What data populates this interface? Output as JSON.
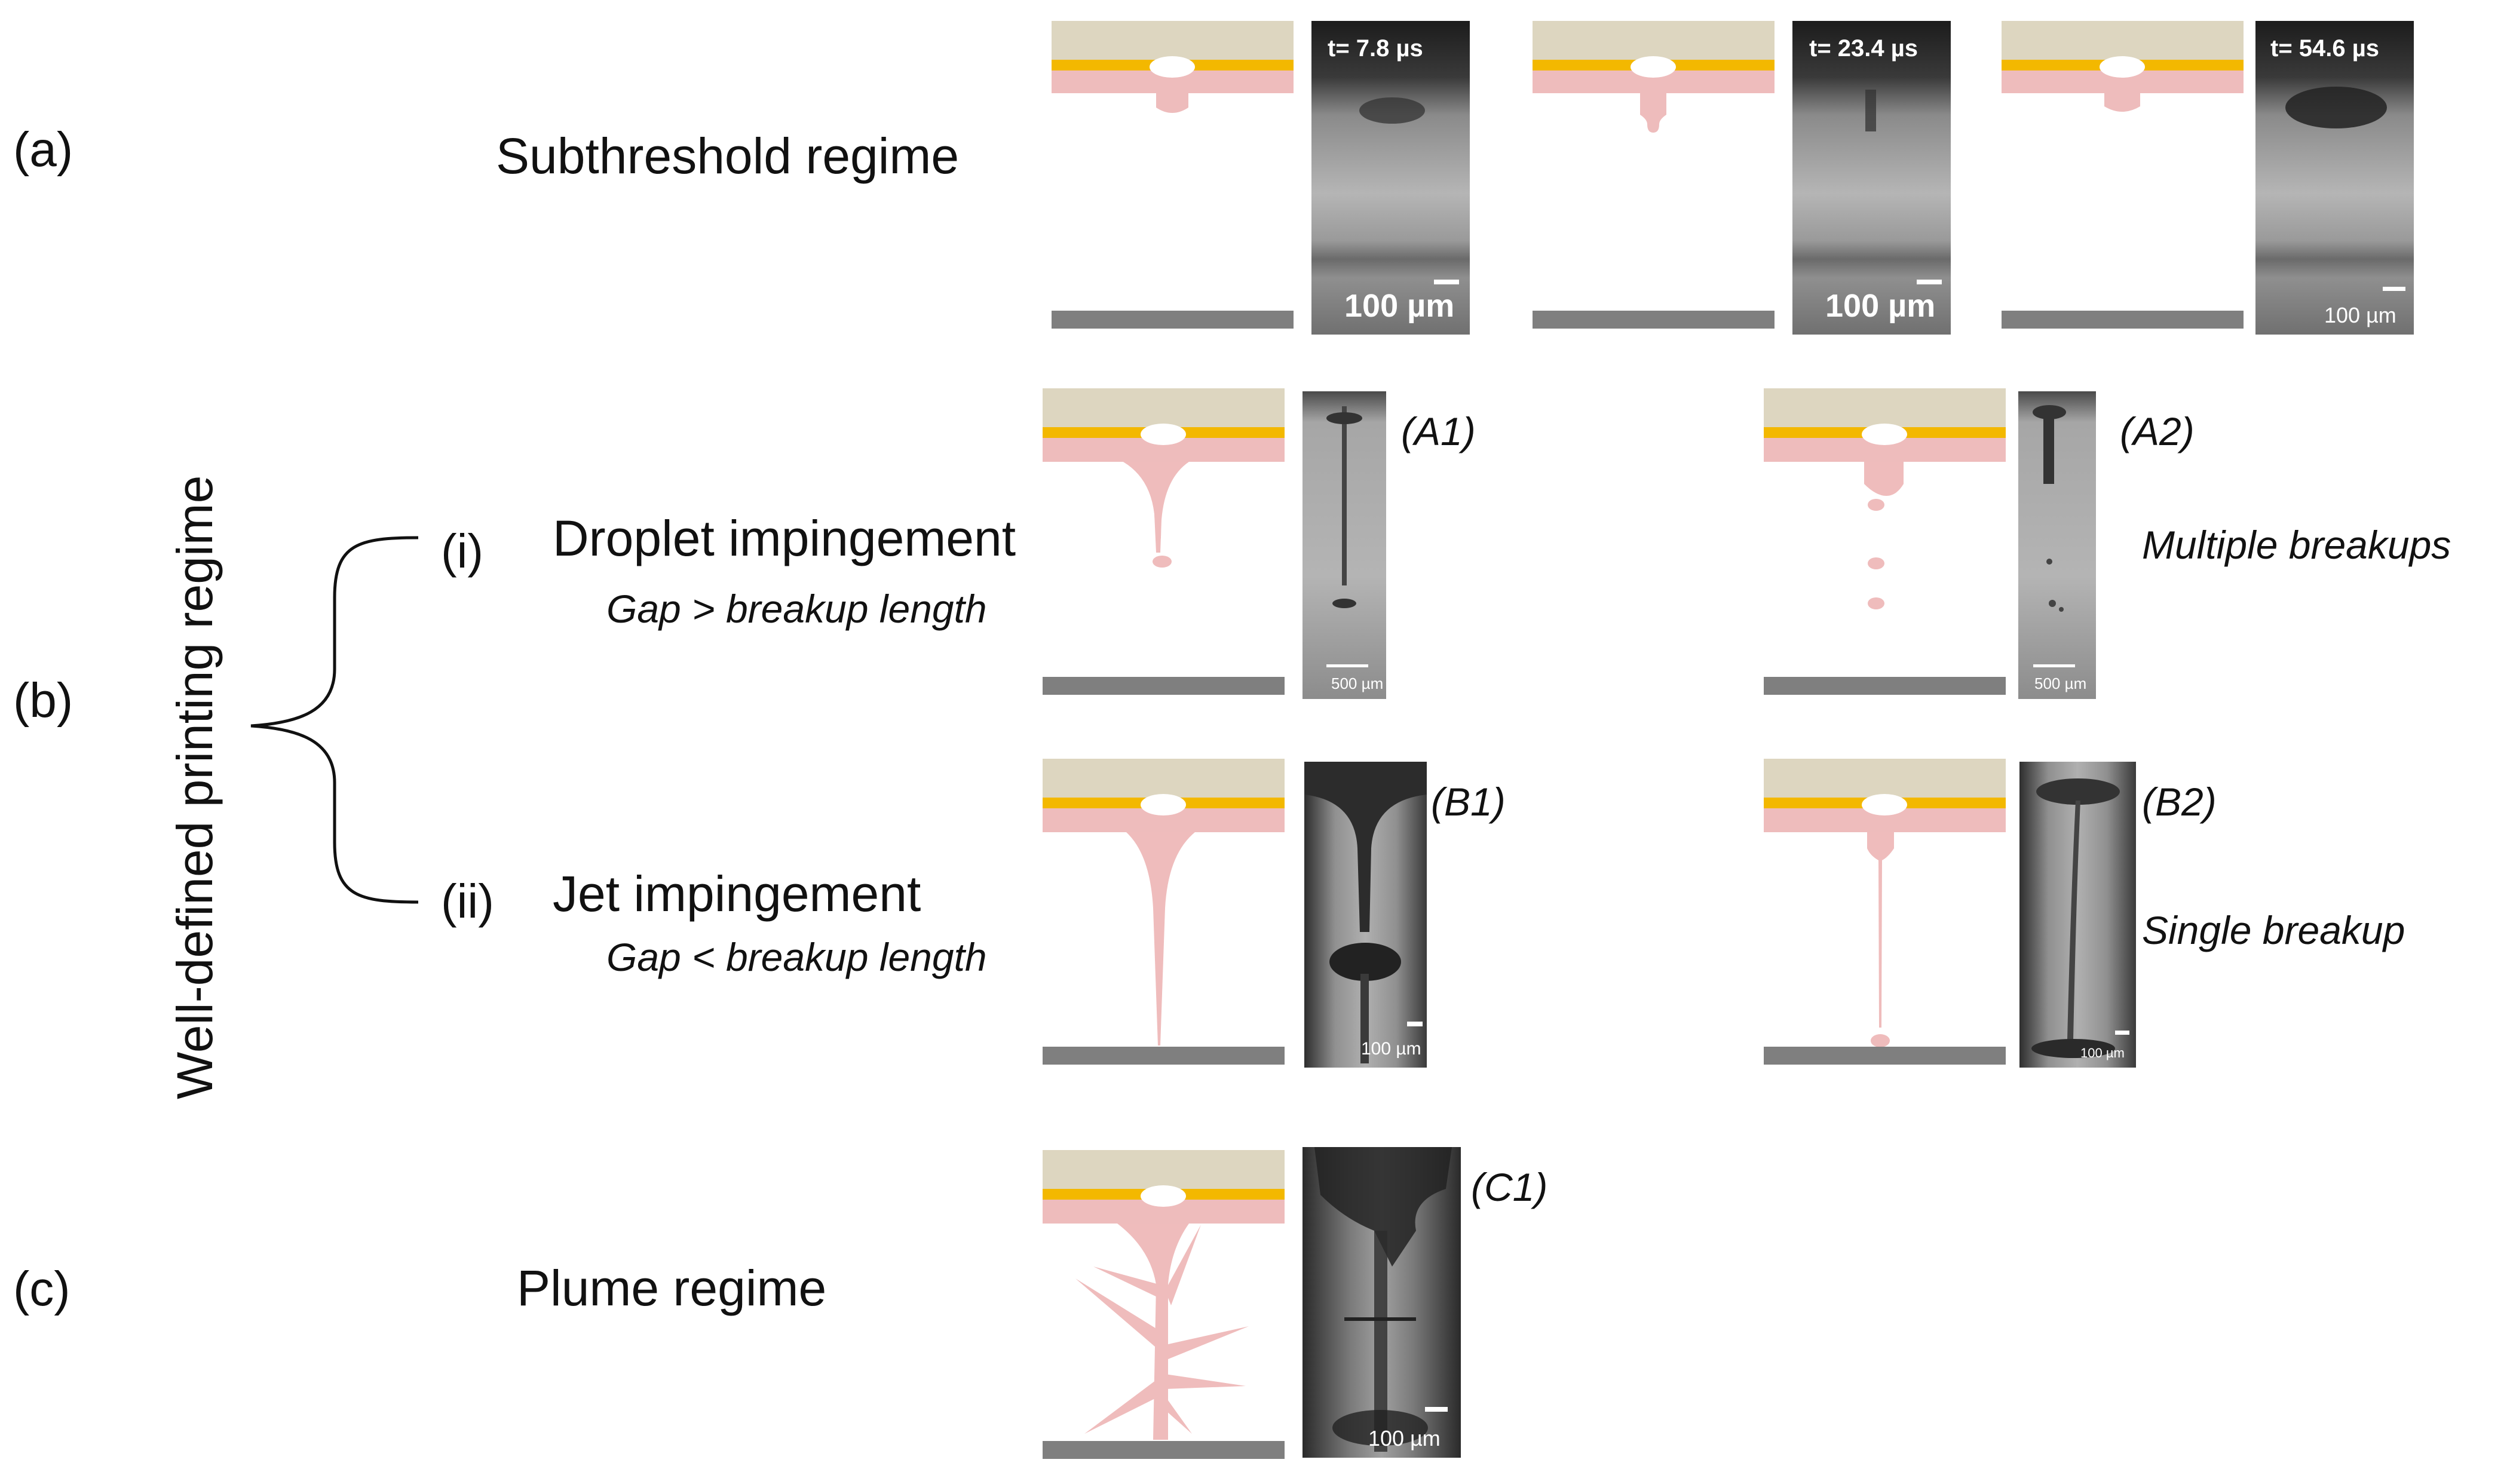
{
  "colors": {
    "substrate": "#ddd6c0",
    "gold_layer": "#f3b800",
    "ink_layer": "#eebcbc",
    "ink_stream": "#efbcbc",
    "receiver": "#7f7f7f",
    "photo_dark": "#2b2b2b",
    "photo_light": "#b7b7b7"
  },
  "labels": {
    "a": "(a)",
    "b": "(b)",
    "c": "(c)",
    "subthreshold": "Subthreshold regime",
    "well_defined": "Well-defined printing regime",
    "i": "(i)",
    "ii": "(ii)",
    "droplet": "Droplet impingement",
    "gap_gt": "Gap > breakup length",
    "jet": "Jet impingement",
    "gap_lt": "Gap < breakup length",
    "plume": "Plume regime"
  },
  "subthreshold_frames": [
    {
      "time": "t= 7.8 µs",
      "scale": "100 µm"
    },
    {
      "time": "t= 23.4 µs",
      "scale": "100 µm"
    },
    {
      "time": "t= 54.6 µs",
      "scale": "100 µm"
    }
  ],
  "panels": {
    "A1": {
      "tag": "(A1)",
      "scale": "500 µm"
    },
    "A2": {
      "tag": "(A2)",
      "scale": "500 µm",
      "note": "Multiple breakups"
    },
    "B1": {
      "tag": "(B1)",
      "scale": "100 µm"
    },
    "B2": {
      "tag": "(B2)",
      "scale": "100 µm",
      "note": "Single breakup"
    },
    "C1": {
      "tag": "(C1)",
      "scale": "100 µm"
    }
  },
  "icons": {
    "brace": "curly-brace-icon"
  }
}
